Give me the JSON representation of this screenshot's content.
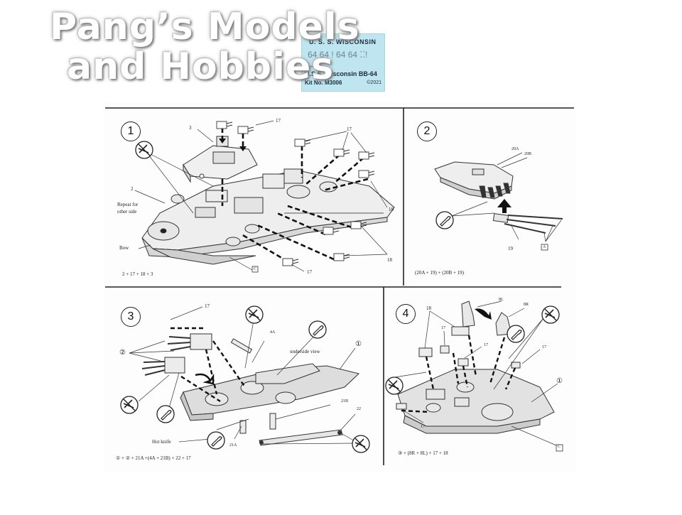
{
  "watermark": {
    "line1": "Pang’s Models",
    "line2": "and Hobbies"
  },
  "decal": {
    "title": "U. S. S. WISCONSIN",
    "numbers": "64 64 ! 64 64 ⁚⁚!",
    "small_left": "WISCONSIN",
    "kit_name": "U.S.S. Wisconsin BB-64",
    "kit_no": "Kit No. M3006",
    "copyright": "©2021"
  },
  "steps": [
    {
      "number": "1",
      "labels": {
        "p3": "3",
        "p17a": "17",
        "p17b": "17",
        "p2": "2",
        "repeat": "Repeat for",
        "other_side": "other side",
        "bow": "Bow",
        "p18a": "18",
        "p18b": "18",
        "p17c": "17",
        "c": "C"
      },
      "formula": "2 + 17 + 18 + 3"
    },
    {
      "number": "2",
      "labels": {
        "p20a": "20A",
        "p20b": "20B",
        "p19": "19",
        "a": "A"
      },
      "formula": "(20A + 19) + (20B + 19)"
    },
    {
      "number": "3",
      "labels": {
        "p17": "17",
        "p4a": "4A",
        "p2": "②",
        "underside": "underside view",
        "p1": "①",
        "p21b": "21B",
        "p22": "22",
        "hot_knife": "Hot knife",
        "p21a": "21A"
      },
      "formula": "① + ② + 21A +(4A + 21B) + 22 + 17"
    },
    {
      "number": "4",
      "labels": {
        "p8l": "8L",
        "p8r": "8R",
        "p18": "18",
        "p17a": "17",
        "p17b": "17",
        "p17c": "17",
        "p1": "①",
        "p17d": "17",
        "c": "C"
      },
      "formula": "③ + (8R + 8L) + 17 + 18"
    }
  ]
}
